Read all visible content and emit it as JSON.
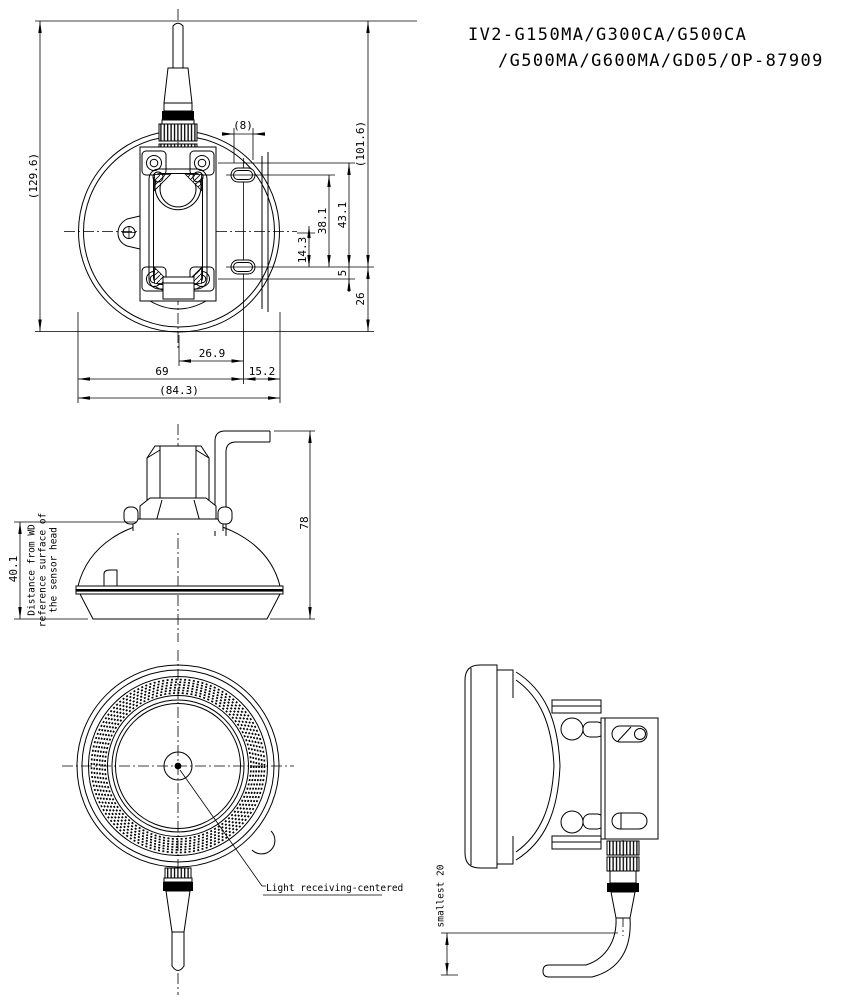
{
  "title": {
    "line1": "IV2-G150MA/G300CA/G500CA",
    "line2": "/G500MA/G600MA/GD05/OP-87909"
  },
  "rear": {
    "overall_height": "(129.6)",
    "overall_width": "(84.3)",
    "cable_to_slot_height": "(101.6)",
    "slot_width": "(8)",
    "screw_to_slot": "43.1",
    "slot_to_slot": "38.1",
    "center_to_slot": "14.3",
    "slot_to_screw": "5",
    "slot_to_bottom": "26",
    "center_to_bend": "26.9",
    "left_to_bend": "69",
    "bend_to_right": "15.2"
  },
  "side": {
    "wd_distance": "40.1",
    "overall_height": "78",
    "note1": "Distance from WD",
    "note2": "reference surface of",
    "note3": "the sensor head"
  },
  "front": {
    "light_label": "Light receiving-centered"
  },
  "cable": {
    "bend_radius": "smallest 20"
  },
  "colors": {
    "line": "#000000",
    "background": "#ffffff"
  }
}
